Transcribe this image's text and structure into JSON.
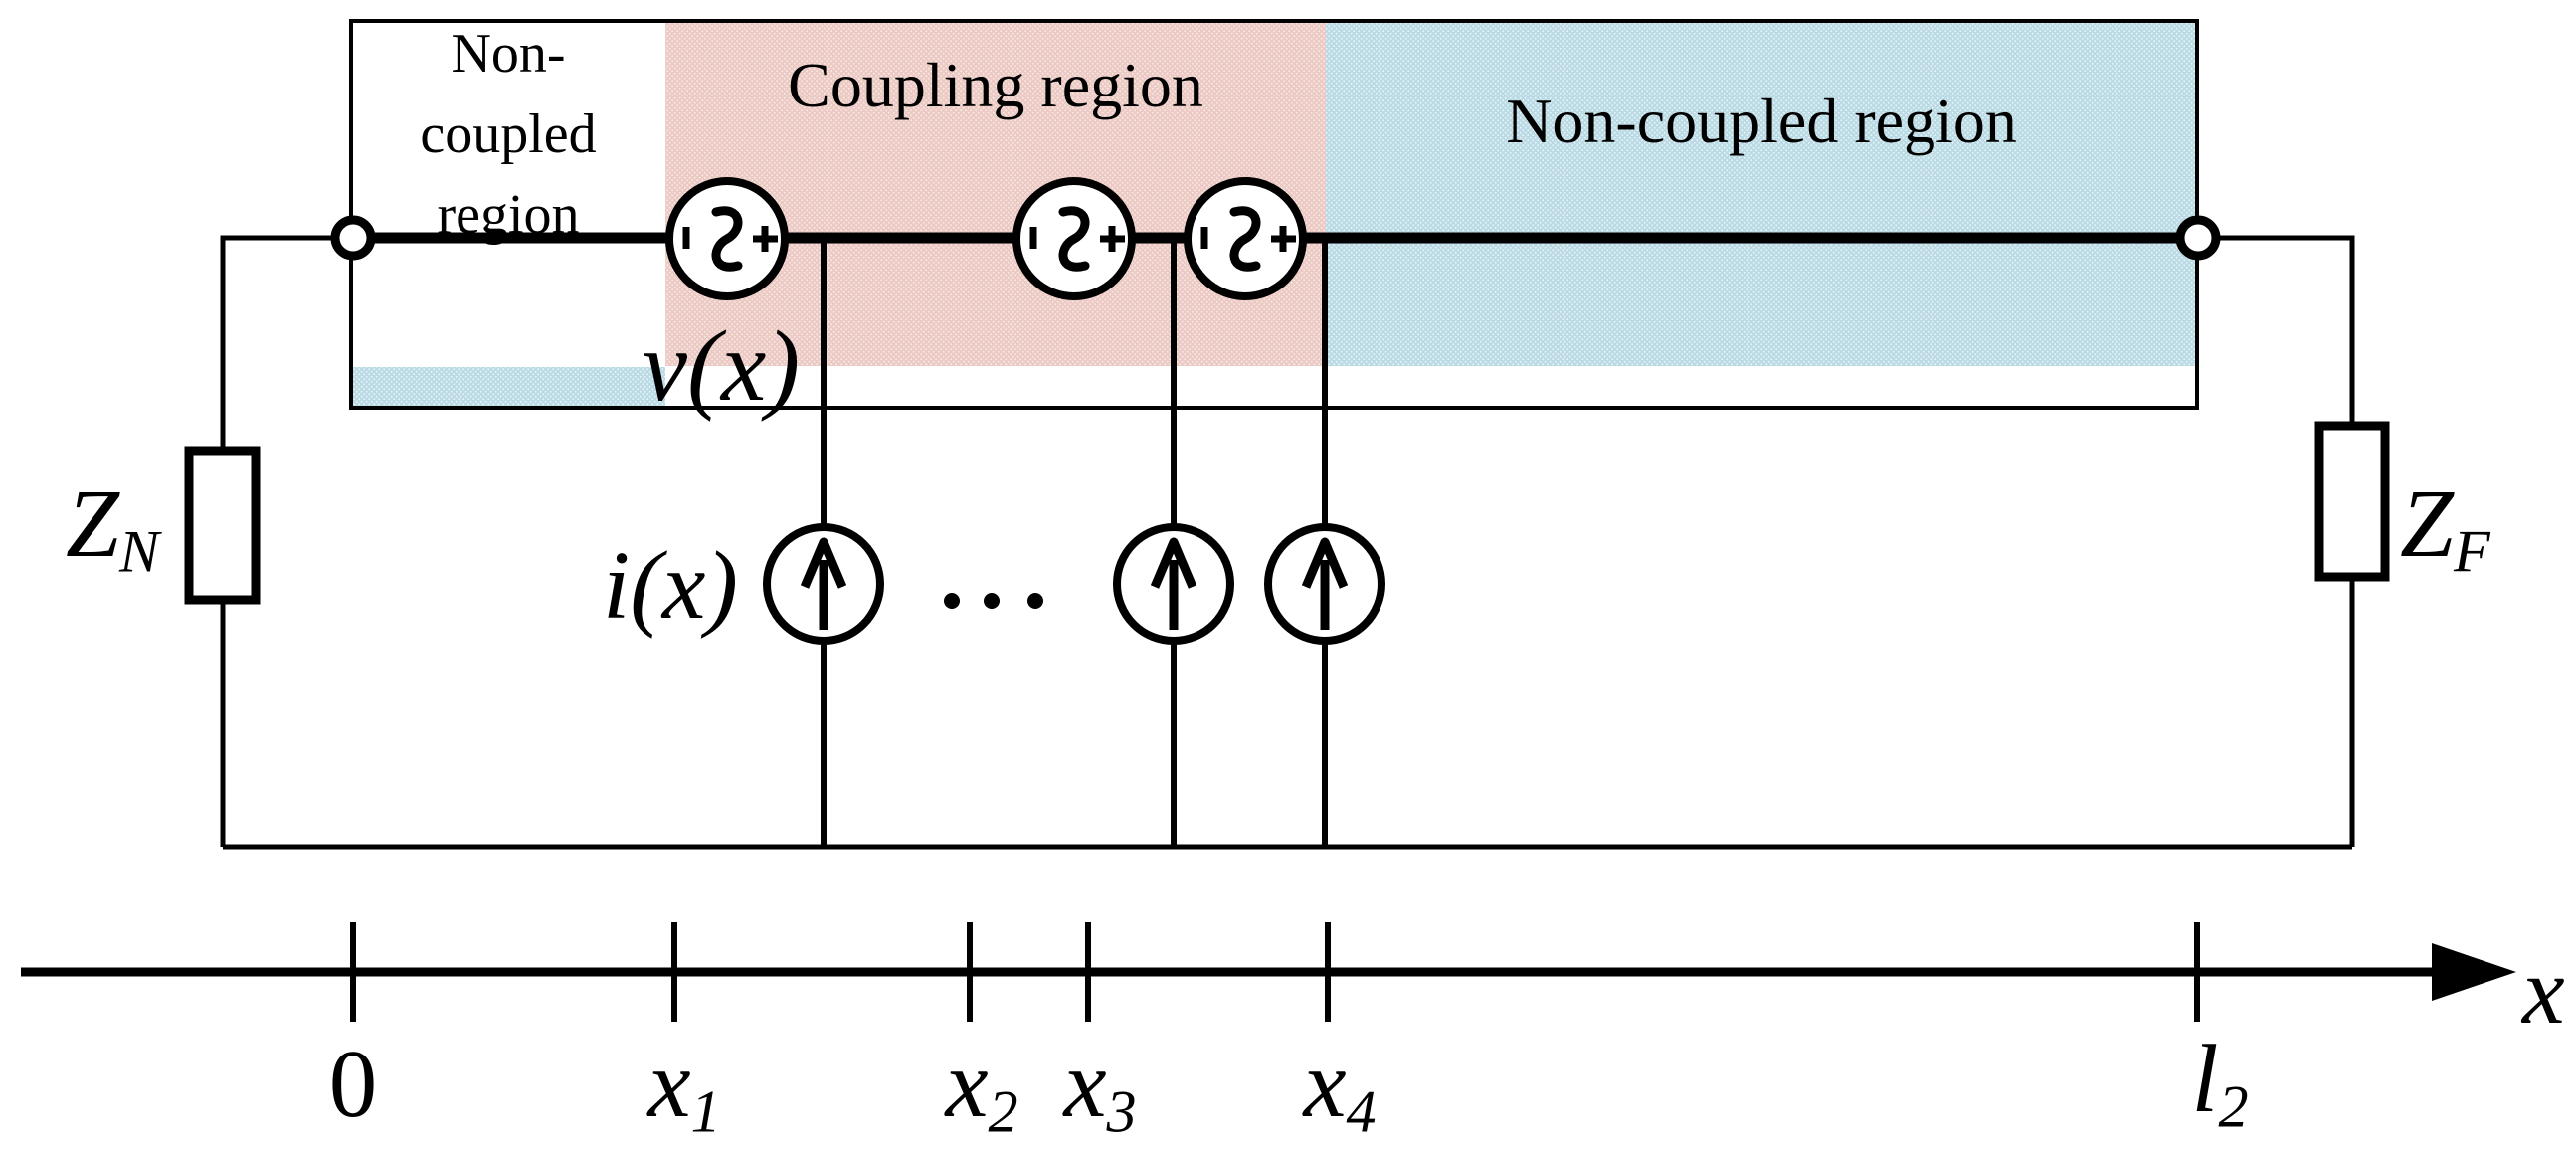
{
  "regions": {
    "left": {
      "lines": [
        "Non-",
        "coupled",
        "region"
      ]
    },
    "coupling": {
      "label": "Coupling region"
    },
    "right": {
      "label": "Non-coupled region"
    }
  },
  "circuit": {
    "voltage_label": "v(x)",
    "current_label": "i(x)",
    "near_impedance": {
      "base": "Z",
      "sub": "N"
    },
    "far_impedance": {
      "base": "Z",
      "sub": "F"
    }
  },
  "axis": {
    "name": "x",
    "ticks": [
      {
        "base": "0",
        "sub": ""
      },
      {
        "base": "x",
        "sub": "1"
      },
      {
        "base": "x",
        "sub": "2"
      },
      {
        "base": "x",
        "sub": "3"
      },
      {
        "base": "x",
        "sub": "4"
      },
      {
        "base": "l",
        "sub": "2"
      }
    ]
  },
  "colors": {
    "coupling_fill": "#ecc9c3",
    "coupling_dot": "#f7e8e5",
    "noncoupled_fill": "#b9dae4",
    "noncoupled_dot": "#e6f2f6",
    "stroke": "#000000"
  }
}
